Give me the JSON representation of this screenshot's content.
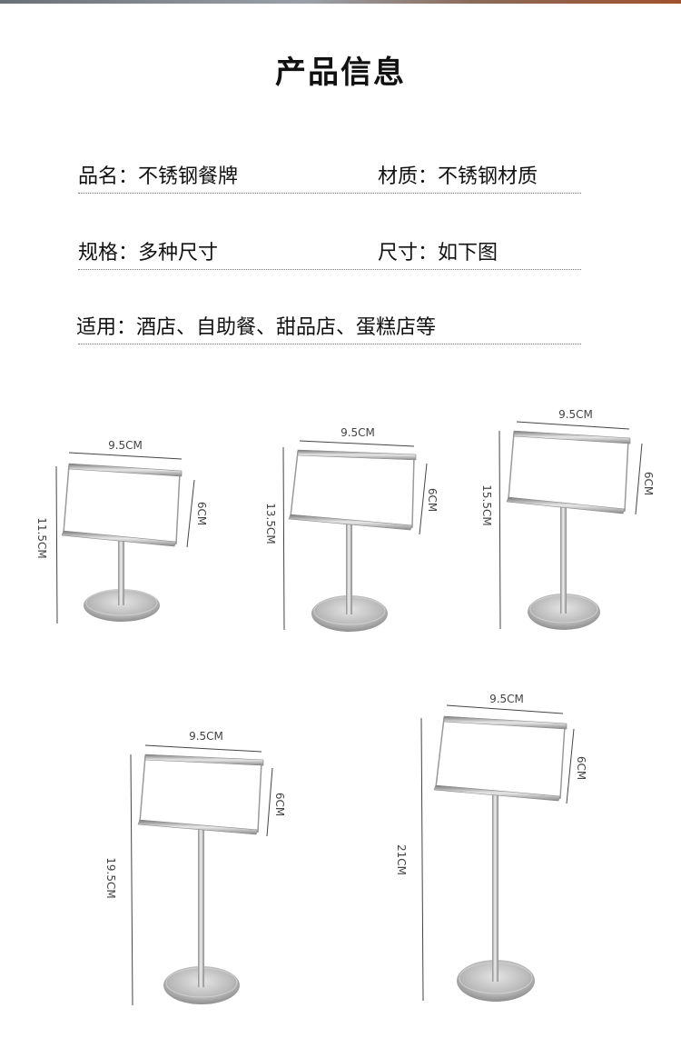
{
  "page": {
    "title": "产品信息"
  },
  "info": {
    "name": "品名：不锈钢餐牌",
    "material": "材质：不锈钢材质",
    "spec": "规格：多种尺寸",
    "size": "尺寸：如下图",
    "usage": "适用：酒店、自助餐、甜品店、蛋糕店等"
  },
  "stands": [
    {
      "width_label": "9.5CM",
      "sign_height_label": "6CM",
      "total_height_label": "11.5CM"
    },
    {
      "width_label": "9.5CM",
      "sign_height_label": "6CM",
      "total_height_label": "13.5CM"
    },
    {
      "width_label": "9.5CM",
      "sign_height_label": "6CM",
      "total_height_label": "15.5CM"
    },
    {
      "width_label": "9.5CM",
      "sign_height_label": "6CM",
      "total_height_label": "19.5CM"
    },
    {
      "width_label": "9.5CM",
      "sign_height_label": "6CM",
      "total_height_label": "21CM"
    }
  ]
}
